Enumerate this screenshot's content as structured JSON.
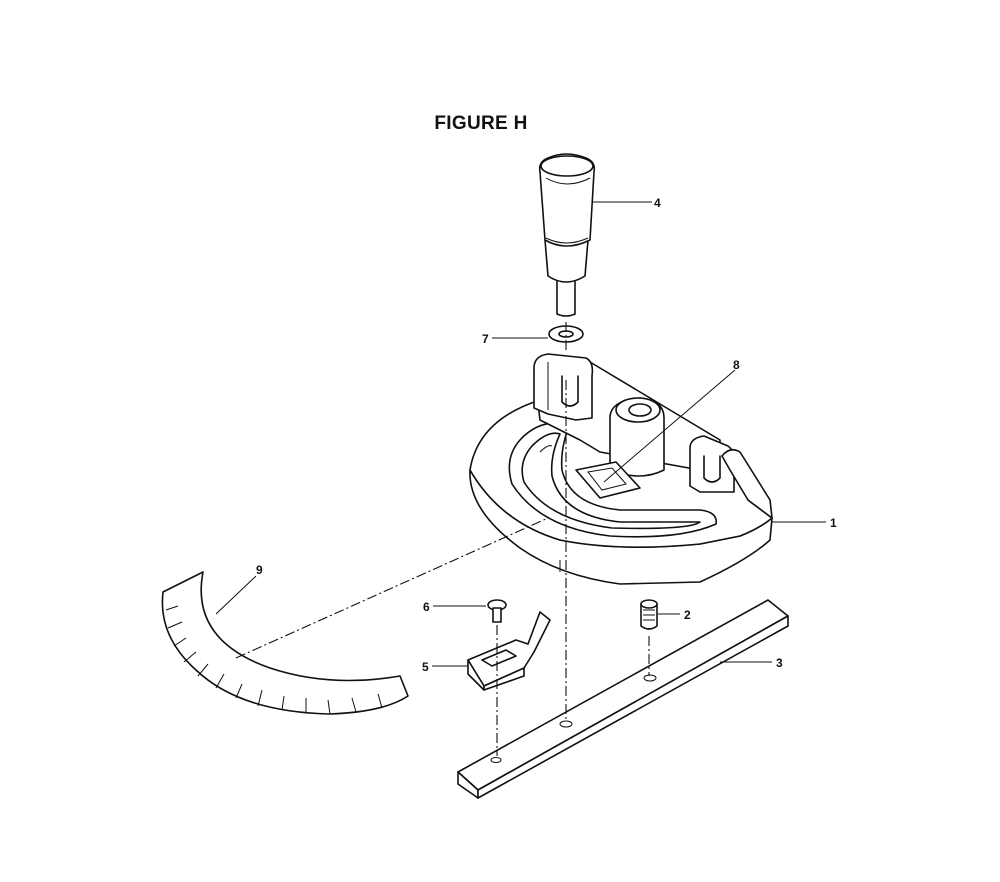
{
  "figure": {
    "title": "FIGURE H"
  },
  "callouts": [
    {
      "id": "1",
      "label": "1"
    },
    {
      "id": "2",
      "label": "2"
    },
    {
      "id": "3",
      "label": "3"
    },
    {
      "id": "4",
      "label": "4"
    },
    {
      "id": "5",
      "label": "5"
    },
    {
      "id": "6",
      "label": "6"
    },
    {
      "id": "7",
      "label": "7"
    },
    {
      "id": "8",
      "label": "8"
    },
    {
      "id": "9",
      "label": "9"
    }
  ]
}
